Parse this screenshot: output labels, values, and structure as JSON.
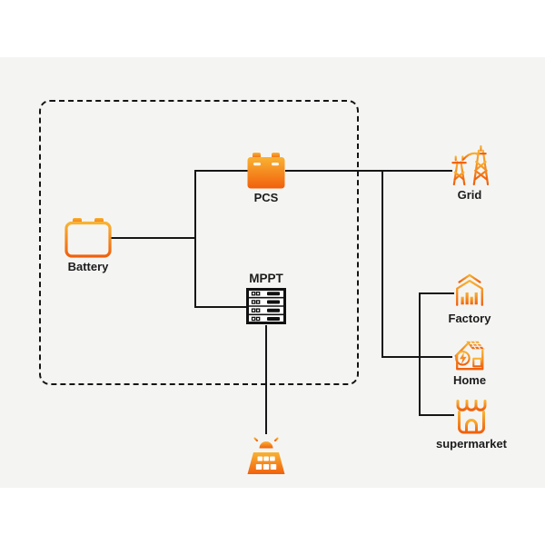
{
  "diagram": {
    "colors": {
      "page_background": "#ffffff",
      "panel_background": "#f4f5f3",
      "line": "#161616",
      "text": "#1b1b1b",
      "accent_gradient_from": "#F9B233",
      "accent_gradient_to": "#F1600C"
    },
    "boundary": {
      "style": "dashed-rounded-rectangle"
    },
    "nodes": [
      {
        "id": "battery",
        "label": "Battery",
        "icon": "battery-icon"
      },
      {
        "id": "pcs",
        "label": "PCS",
        "icon": "power-converter-icon"
      },
      {
        "id": "mppt",
        "label": "MPPT",
        "icon": "mppt-rack-icon"
      },
      {
        "id": "grid",
        "label": "Grid",
        "icon": "transmission-tower-icon"
      },
      {
        "id": "factory",
        "label": "Factory",
        "icon": "factory-icon"
      },
      {
        "id": "home",
        "label": "Home",
        "icon": "home-icon"
      },
      {
        "id": "supermarket",
        "label": "supermarket",
        "icon": "supermarket-icon"
      },
      {
        "id": "pv",
        "label": "",
        "icon": "solar-panel-icon"
      }
    ],
    "connections": [
      {
        "from": "battery",
        "to": "junction"
      },
      {
        "from": "junction",
        "to": "pcs"
      },
      {
        "from": "junction",
        "to": "mppt"
      },
      {
        "from": "pcs",
        "to": "grid"
      },
      {
        "from": "pcs",
        "to": "home"
      },
      {
        "from": "load-branch",
        "to": "factory"
      },
      {
        "from": "load-branch",
        "to": "supermarket"
      },
      {
        "from": "mppt",
        "to": "pv"
      }
    ]
  }
}
